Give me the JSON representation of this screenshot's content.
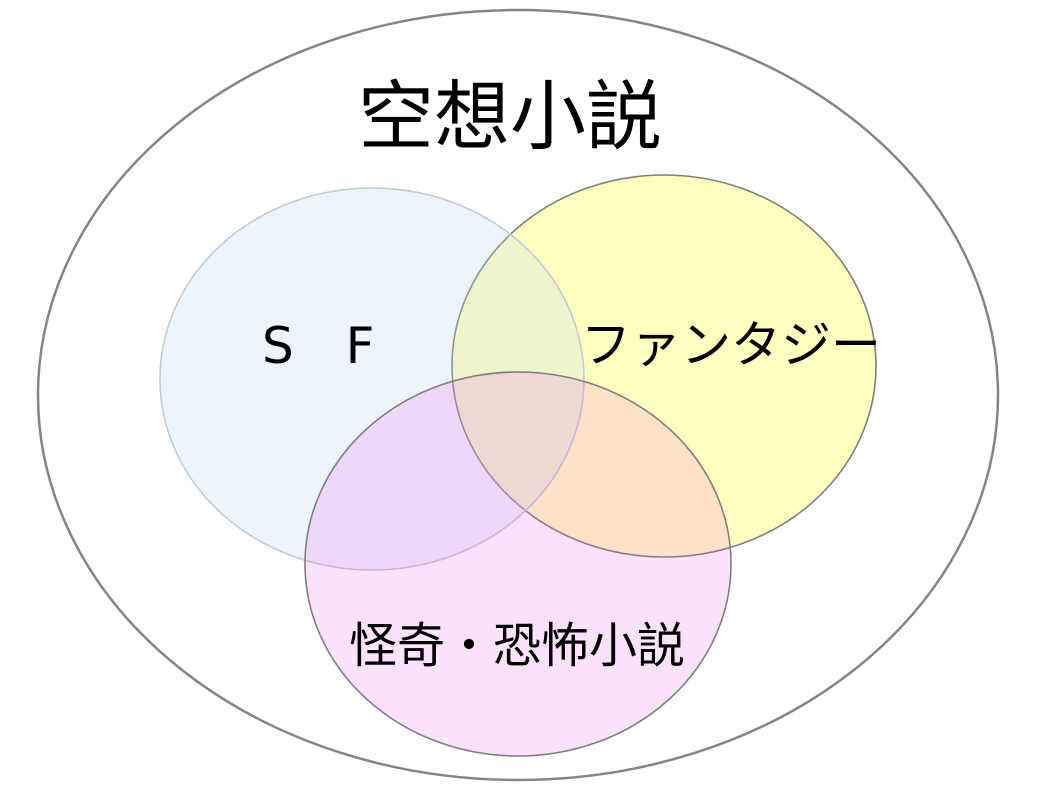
{
  "background": "#ffffff",
  "text_color": "#000000",
  "outer_set": {
    "label": "空想小説",
    "stroke": "#858585"
  },
  "fantasy": {
    "label": "ファンタジー",
    "fill": "#ffffc0",
    "stroke": "#7f7f7f"
  },
  "sf": {
    "label": "S F",
    "fill": "#bcd4ef",
    "stroke": "#c3cad2"
  },
  "horror": {
    "label": "怪奇・恐怖小説",
    "fill": "#f24af3",
    "stroke": "#7f7f7f"
  }
}
